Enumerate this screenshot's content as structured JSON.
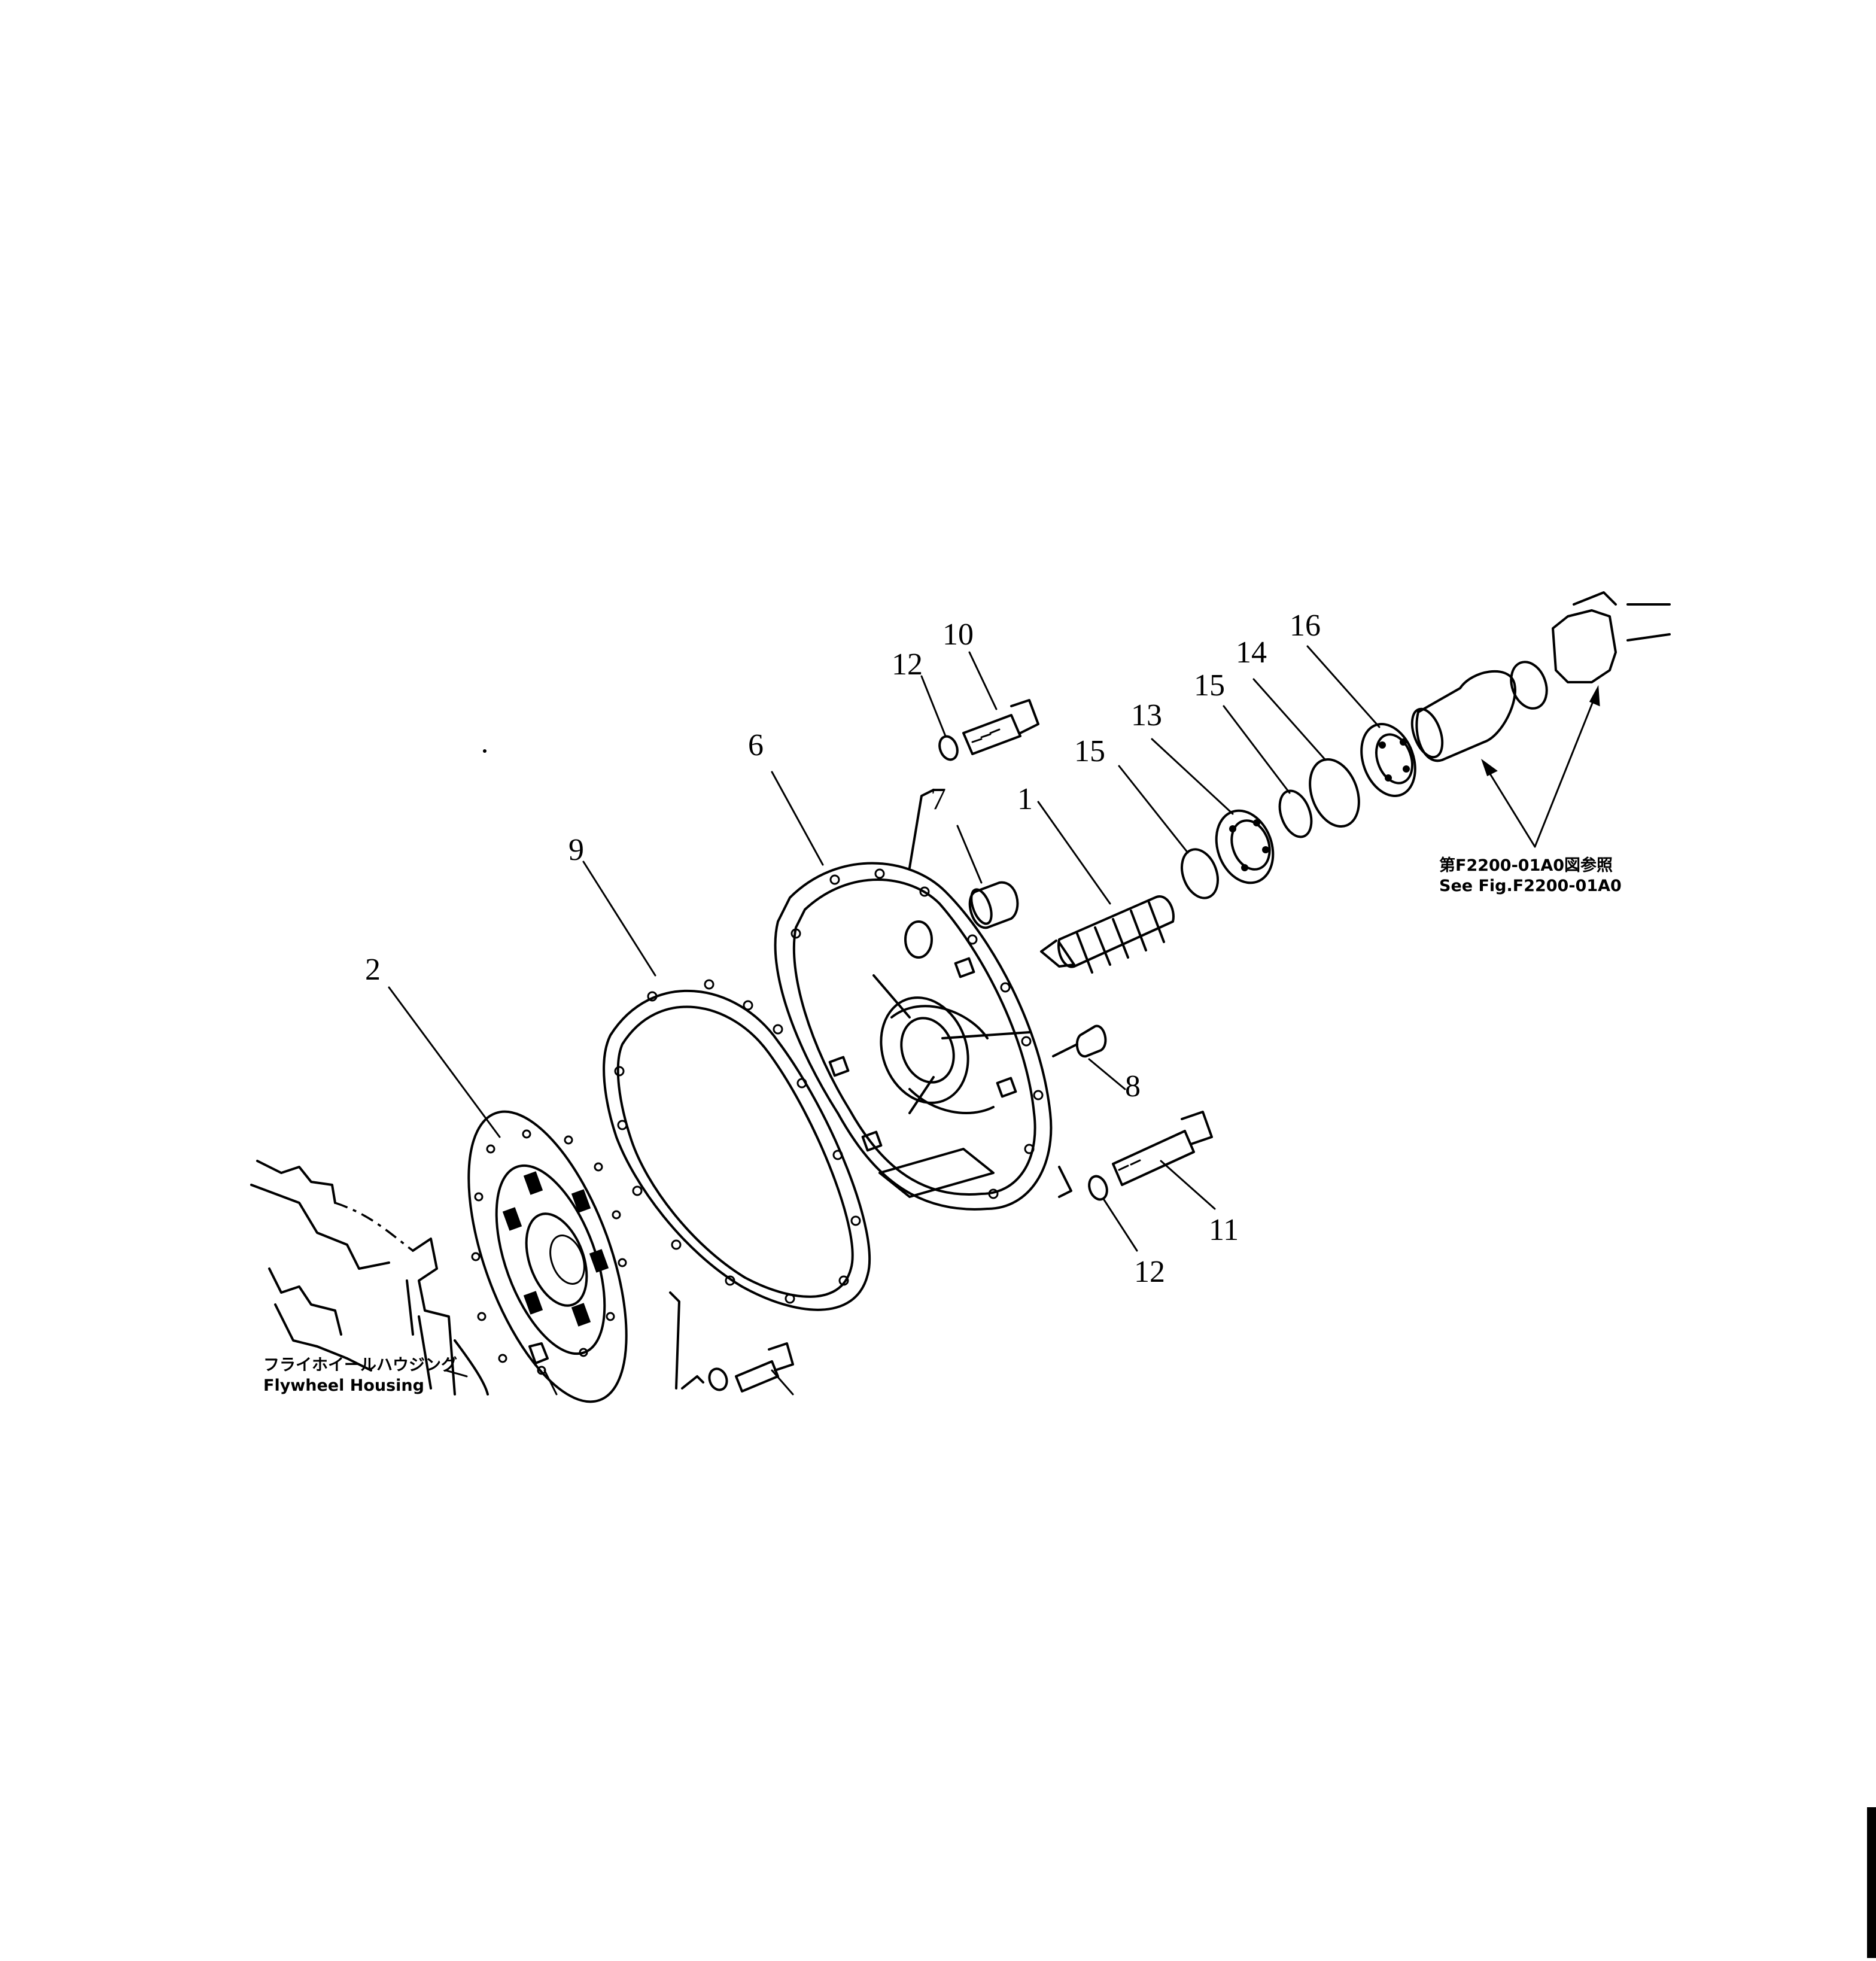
{
  "callouts": {
    "c1": "1",
    "c2": "2",
    "c6": "6",
    "c7": "7",
    "c8": "8",
    "c9": "9",
    "c10": "10",
    "c11": "11",
    "c12a": "12",
    "c12b": "12",
    "c13": "13",
    "c14": "14",
    "c15a": "15",
    "c15b": "15",
    "c16": "16"
  },
  "labels": {
    "flywheel_jp": "フライホイールハウジング",
    "flywheel_en": "Flywheel  Housing",
    "see_fig_jp": "第F2200-01A0図参照",
    "see_fig_en": "See Fig.F2200-01A0"
  }
}
